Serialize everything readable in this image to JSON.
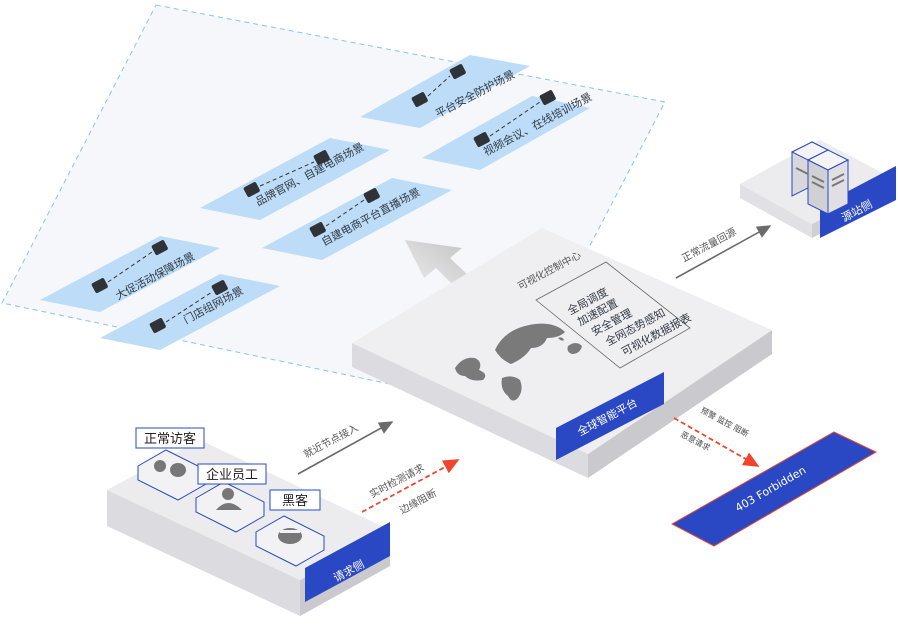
{
  "colors": {
    "brand_blue": "#2a48c4",
    "tile_blue": "#bcdcf7",
    "panel_bg": "#f4f6fa",
    "dash_border": "#8fc2e0",
    "platform_top": "#efeff2",
    "platform_side": "#d3d3d8",
    "alert_red": "#f0452c",
    "arrow_gray": "#6b6b6b",
    "icon_dark": "#2f3338"
  },
  "scenarios": [
    {
      "label": "平台安全防护场景",
      "icons": [
        "shield-yen-icon",
        "hacker-icon"
      ]
    },
    {
      "label": "视频会议、在线培训场景",
      "icons": [
        "video-play-icon",
        "video-play-icon"
      ]
    },
    {
      "label": "品牌官网、自建电商场景",
      "icons": [
        "monitor-crown-icon",
        "app-icon"
      ]
    },
    {
      "label": "自建电商平台直播场景",
      "icons": [
        "microphone-icon",
        "audience-icon"
      ]
    },
    {
      "label": "大促活动保障场景",
      "icons": [
        "shopping-bag-icon",
        "smartwatch-icon"
      ]
    },
    {
      "label": "门店组网场景",
      "icons": [
        "store-icon",
        "store-icon"
      ]
    }
  ],
  "platform": {
    "label": "全球智能平台",
    "control_center_title": "可视化控制中心",
    "features": [
      "全局调度",
      "加速配置",
      "安全管理",
      "全网态势感知",
      "可视化数据报表"
    ]
  },
  "origin": {
    "label": "源站侧",
    "flow_label": "正常流量回源"
  },
  "requester": {
    "label": "请求侧",
    "users": [
      {
        "label": "正常访客",
        "icon": "visitor-icon"
      },
      {
        "label": "企业员工",
        "icon": "employee-icon"
      },
      {
        "label": "黑客",
        "icon": "hacker-icon"
      }
    ],
    "access_label": "就近节点接入",
    "detect_label": "实时检测请求",
    "block_label": "边缘阻断"
  },
  "blocked": {
    "label": "403 Forbidden",
    "actions_label": "预警  监控  阻断",
    "malicious_label": "恶意请求"
  }
}
